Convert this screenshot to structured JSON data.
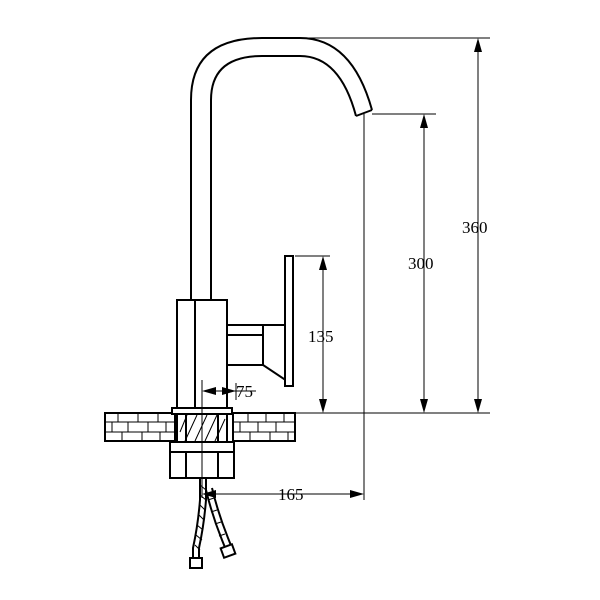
{
  "drawing": {
    "subject": "kitchen faucet technical drawing",
    "dimensions": {
      "total_height": "360",
      "spout_height": "300",
      "handle_height": "135",
      "handle_offset": "75",
      "spout_reach": "165"
    }
  }
}
